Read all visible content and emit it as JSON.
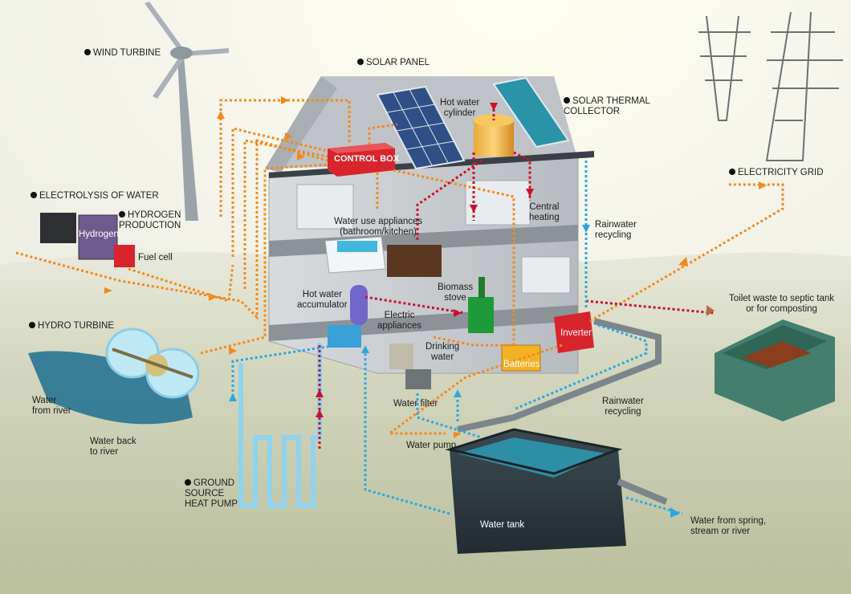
{
  "colors": {
    "ground": "#c9ccb2",
    "sky": "#f4f4ee",
    "pipe_orange": "#f08a1e",
    "pipe_red": "#c8102e",
    "pipe_blue": "#2aa7e0",
    "control_box": "#d8242d",
    "house_wall": "#cfd2d6",
    "water_tank": "#2e3d44",
    "septic_tank": "#3f7a68"
  },
  "labels": {
    "wind_turbine": "WIND TURBINE",
    "solar_panel": "SOLAR PANEL",
    "solar_thermal": "SOLAR THERMAL\nCOLLECTOR",
    "electricity_grid": "ELECTRICITY GRID",
    "electrolysis": "ELECTROLYSIS OF WATER",
    "hydrogen_production": "HYDROGEN\nPRODUCTION",
    "hydrogen": "Hydrogen",
    "fuel_cell": "Fuel cell",
    "control_box": "CONTROL BOX",
    "hot_water_cylinder": "Hot water\ncylinder",
    "central_heating": "Central\nheating",
    "rainwater_recycling_top": "Rainwater\nrecycling",
    "water_use_appliances": "Water use appliances\n(bathroom/kitchen)",
    "hot_water_accumulator": "Hot water\naccumulator",
    "biomass_stove": "Biomass\nstove",
    "electric_appliances": "Electric\nappliances",
    "drinking_water": "Drinking\nwater",
    "batteries": "Batteries",
    "inverter": "Inverter",
    "toilet_waste": "Toilet waste to septic tank\nor for composting",
    "hydro_turbine": "HYDRO TURBINE",
    "water_from_river": "Water\nfrom river",
    "water_back_to_river": "Water back\nto river",
    "water_filter": "Water filter",
    "rainwater_recycling_bottom": "Rainwater\nrecycling",
    "water_pump": "Water pump",
    "ground_source_heat_pump": "GROUND\nSOURCE\nHEAT PUMP",
    "water_tank": "Water tank",
    "water_from_spring": "Water from spring,\nstream or river"
  }
}
